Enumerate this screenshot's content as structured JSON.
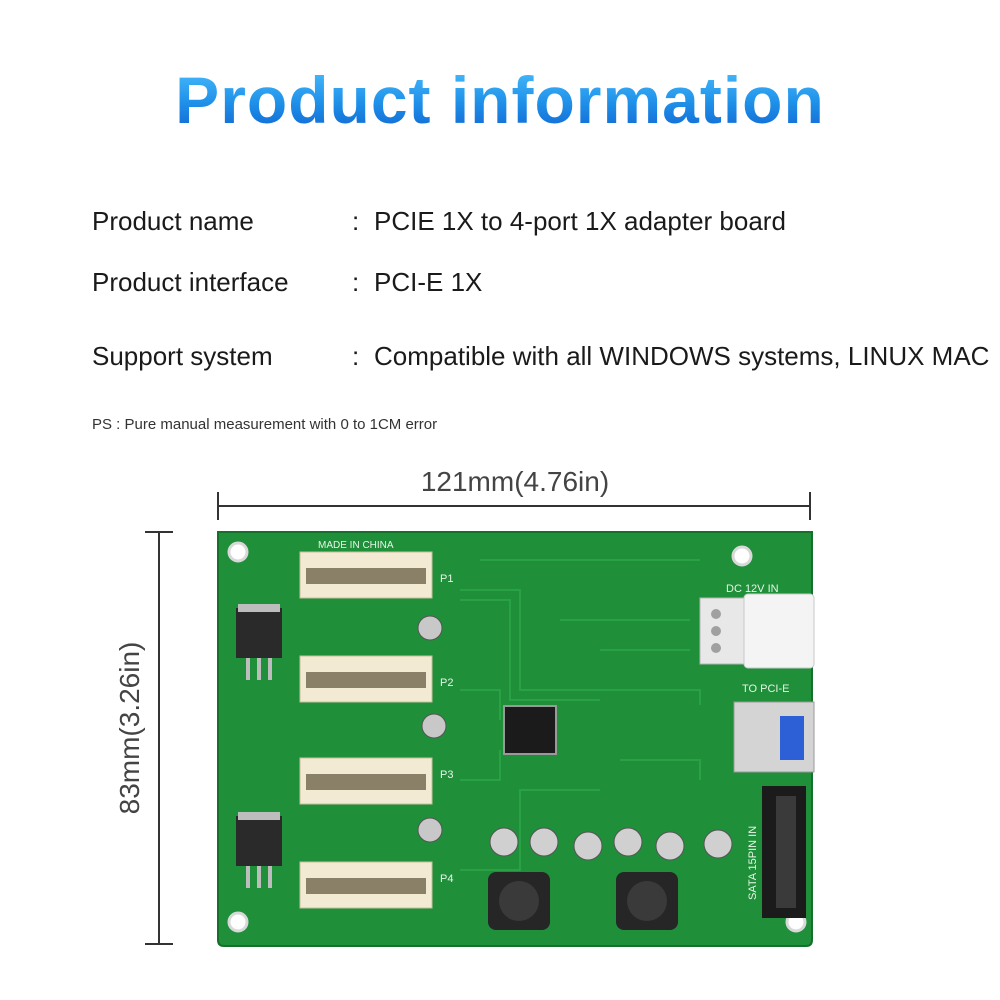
{
  "title": "Product information",
  "specs": [
    {
      "label": "Product name",
      "value": "PCIE 1X to 4-port 1X adapter board"
    },
    {
      "label": "Product interface",
      "value": "PCI-E 1X"
    },
    {
      "label": "Support system",
      "value": "Compatible with all WINDOWS systems, LINUX MAC"
    }
  ],
  "colon": ":",
  "note": "PS : Pure manual measurement with 0 to 1CM error",
  "dimensions": {
    "width": "121mm(4.76in)",
    "height": "83mm(3.26in)"
  },
  "board_labels": {
    "made_in": "MADE IN CHINA",
    "dc_in": "DC 12V IN",
    "to_pcie": "TO PCI-E",
    "sata": "SATA 15PIN IN",
    "ports": [
      "P1",
      "P2",
      "P3",
      "P4"
    ]
  },
  "colors": {
    "title_blue": "#1e8fe8",
    "pcb_green": "#1f8f3a",
    "slot_cream": "#f2ead2"
  }
}
